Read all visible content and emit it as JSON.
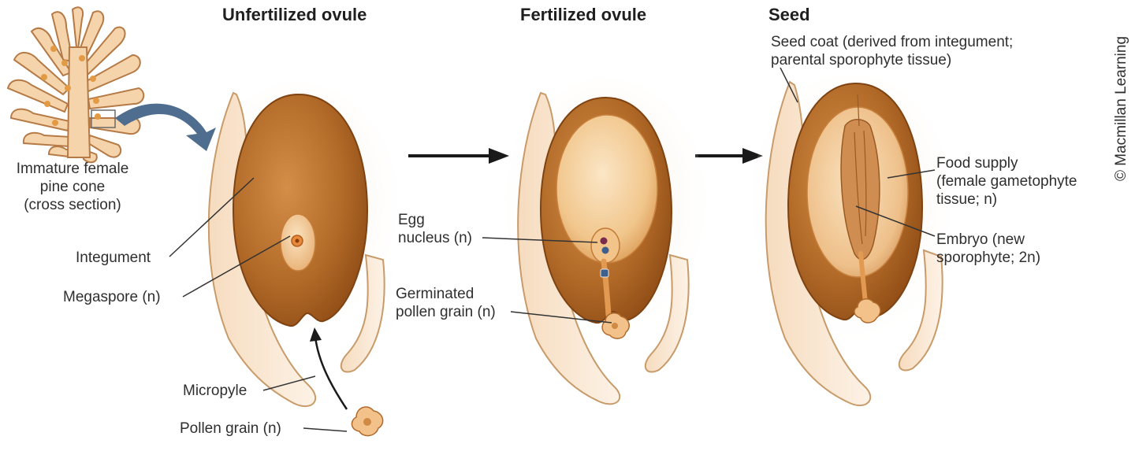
{
  "headings": {
    "unfertilized": "Unfertilized ovule",
    "fertilized": "Fertilized ovule",
    "seed": "Seed"
  },
  "labels": {
    "cone_line1": "Immature female",
    "cone_line2": "pine cone",
    "cone_line3": "(cross section)",
    "integument": "Integument",
    "megaspore": "Megaspore (n)",
    "micropyle": "Micropyle",
    "pollen_grain": "Pollen grain (n)",
    "egg_line1": "Egg",
    "egg_line2": "nucleus (n)",
    "germinated_line1": "Germinated",
    "germinated_line2": "pollen grain (n)",
    "seed_coat_line1": "Seed coat (derived from integument;",
    "seed_coat_line2": "parental sporophyte tissue)",
    "food_line1": "Food supply",
    "food_line2": "(female gametophyte",
    "food_line3": "tissue; n)",
    "embryo_line1": "Embryo (new",
    "embryo_line2": "sporophyte; 2n)"
  },
  "credit": "© Macmillan Learning",
  "colors": {
    "integument": "#a65e1e",
    "integument_light": "#d99a58",
    "gametophyte": "#f3c98f",
    "scale": "#fae7d2",
    "arrow_big": "#4f6d8f",
    "arrow": "#1a1a1a",
    "leader": "#333333"
  }
}
